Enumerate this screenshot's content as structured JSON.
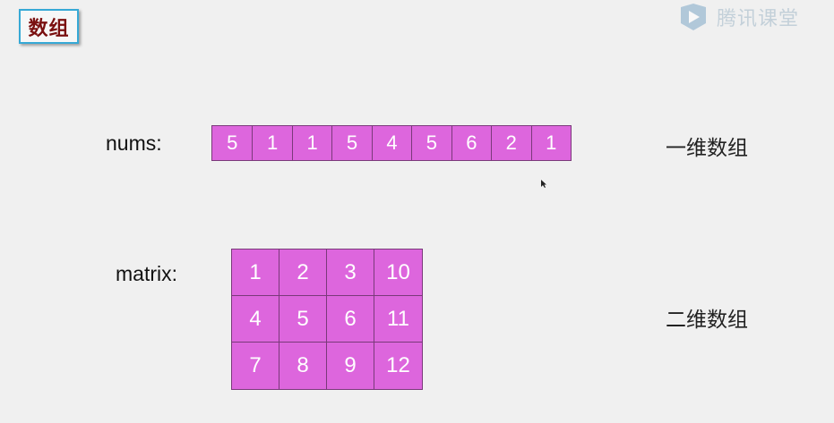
{
  "title": "数组",
  "logo": {
    "text": "腾讯课堂",
    "icon": "play-logo-icon"
  },
  "nums": {
    "label": "nums:",
    "values": [
      "5",
      "1",
      "1",
      "5",
      "4",
      "5",
      "6",
      "2",
      "1"
    ],
    "desc": "一维数组"
  },
  "matrix": {
    "label": "matrix:",
    "rows": [
      [
        "1",
        "2",
        "3",
        "10"
      ],
      [
        "4",
        "5",
        "6",
        "11"
      ],
      [
        "7",
        "8",
        "9",
        "12"
      ]
    ],
    "desc": "二维数组"
  },
  "colors": {
    "cell_fill": "#dd66dd",
    "cell_border": "#7a3a7a",
    "title_border": "#36a9d6",
    "title_text": "#7a1010"
  }
}
